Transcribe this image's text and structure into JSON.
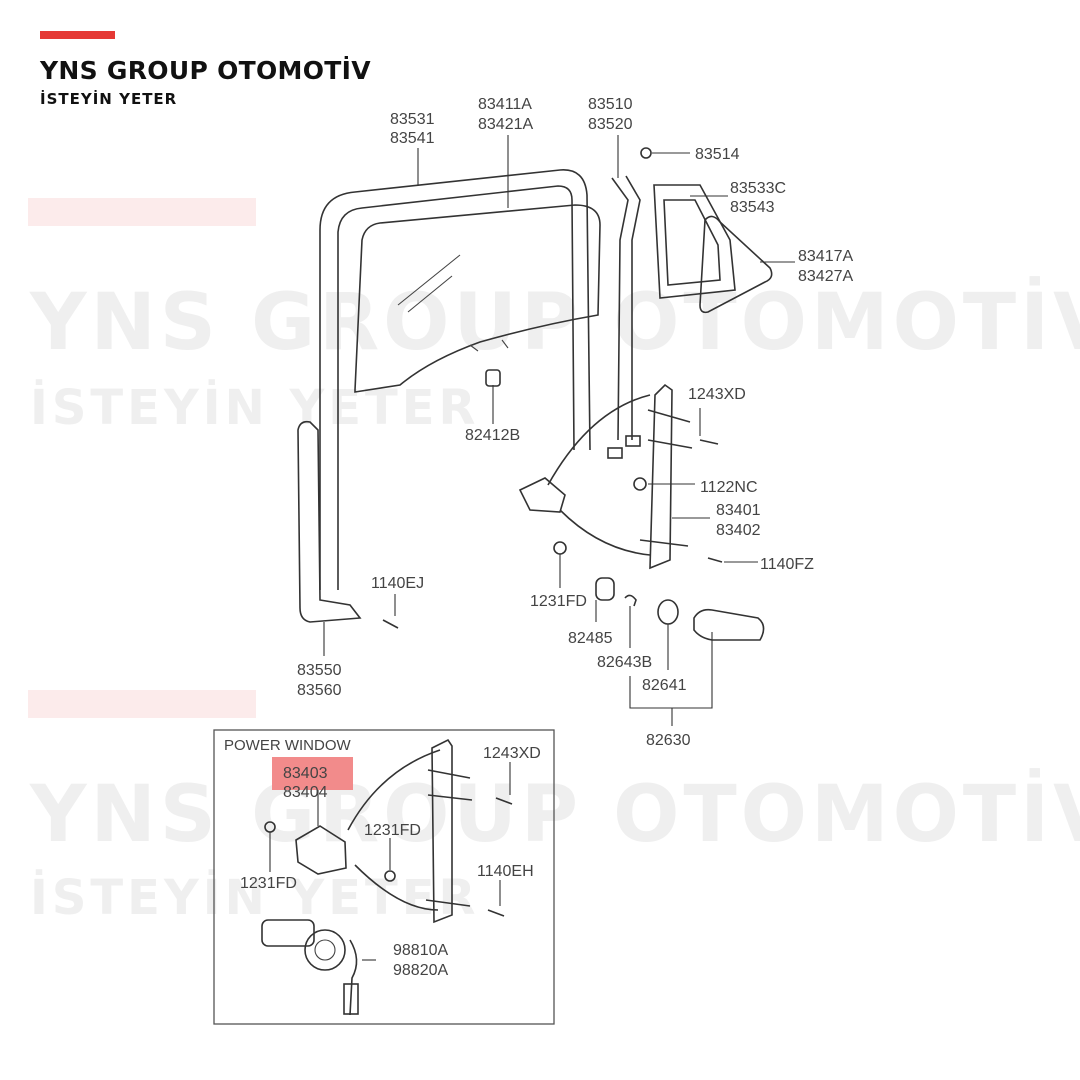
{
  "brand": {
    "title": "YNS GROUP OTOMOTİV",
    "tagline": "İSTEYİN YETER",
    "accent_color": "#e53935"
  },
  "watermark": {
    "title": "YNS GROUP OTOMOTİV",
    "tagline": "İSTEYİN YETER"
  },
  "diagram": {
    "parts": {
      "p83531": "83531",
      "p83541": "83541",
      "p83411a": "83411A",
      "p83421a": "83421A",
      "p83510": "83510",
      "p83520": "83520",
      "p83514": "83514",
      "p83533c": "83533C",
      "p83543": "83543",
      "p83417a": "83417A",
      "p83427a": "83427A",
      "p82412b": "82412B",
      "p1243xd": "1243XD",
      "p1122nc": "1122NC",
      "p83401": "83401",
      "p83402": "83402",
      "p1140fz": "1140FZ",
      "p1140ej": "1140EJ",
      "p1231fd": "1231FD",
      "p82485": "82485",
      "p82643b": "82643B",
      "p82641": "82641",
      "p82630": "82630",
      "p83550": "83550",
      "p83560": "83560"
    },
    "inset": {
      "title": "POWER WINDOW",
      "highlight_color": "#f28b8b",
      "p83403": "83403",
      "p83404": "83404",
      "p1243xd": "1243XD",
      "p1231fd_a": "1231FD",
      "p1231fd_b": "1231FD",
      "p1140eh": "1140EH",
      "p98810a": "98810A",
      "p98820a": "98820A"
    }
  }
}
